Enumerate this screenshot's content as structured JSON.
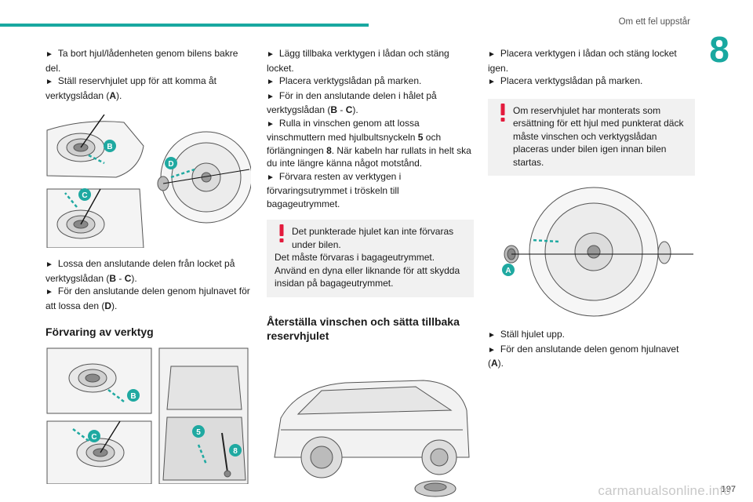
{
  "header": {
    "title": "Om ett fel uppstår",
    "chapter": "8"
  },
  "col1": {
    "p1_a": "Ta bort hjul/lådenheten genom bilens bakre del.",
    "p1_b_pre": "Ställ reservhjulet upp för att komma åt verktygslådan (",
    "p1_b_bold": "A",
    "p1_b_post": ").",
    "p2_a_pre": "Lossa den anslutande delen från locket på verktygslådan (",
    "p2_a_b1": "B",
    "p2_a_mid": " - ",
    "p2_a_b2": "C",
    "p2_a_post": ").",
    "p2_b_pre": "För den anslutande delen genom hjulnavet för att lossa den (",
    "p2_b_bold": "D",
    "p2_b_post": ").",
    "heading": "Förvaring av verktyg",
    "fig1_labels": {
      "b": "B",
      "c": "C",
      "d": "D"
    },
    "fig2_labels": {
      "b": "B",
      "c": "C",
      "five": "5",
      "eight": "8"
    }
  },
  "col2": {
    "p1": "Lägg tillbaka verktygen i lådan och stäng locket.",
    "p2": "Placera verktygslådan på marken.",
    "p3_pre": "För in den anslutande delen i hålet på verktygslådan (",
    "p3_b1": "B",
    "p3_mid": " - ",
    "p3_b2": "C",
    "p3_post": ").",
    "p4_pre": "Rulla in vinschen genom att lossa vinschmuttern med hjulbultsnyckeln ",
    "p4_b1": "5",
    "p4_mid": " och förlängningen ",
    "p4_b2": "8",
    "p4_post": ". När kabeln har rullats in helt ska du inte längre känna något motstånd.",
    "p5": "Förvara resten av verktygen i förvaringsutrymmet i tröskeln till bagageutrymmet.",
    "warn1": "Det punkterade hjulet kan inte förvaras under bilen.",
    "warn2": "Det måste förvaras i bagageutrymmet.",
    "warn3": "Använd en dyna eller liknande för att skydda insidan på bagageutrymmet.",
    "heading": "Återställa vinschen och sätta tillbaka reservhjulet"
  },
  "col3": {
    "p1": "Placera verktygen i lådan och stäng locket igen.",
    "p2": "Placera verktygslådan på marken.",
    "warn1": "Om reservhjulet har monterats som ersättning för ett hjul med punkterat däck måste vinschen och verktygslådan placeras under bilen igen innan bilen startas.",
    "p3": "Ställ hjulet upp.",
    "p4_pre": "För den anslutande delen genom hjulnavet (",
    "p4_bold": "A",
    "p4_post": ").",
    "fig_label": "A"
  },
  "footer": {
    "page": "197",
    "watermark": "carmanualsonline.info"
  },
  "colors": {
    "accent": "#19a8a0",
    "warning": "#e31b3d",
    "label": "#1fa9a1"
  },
  "icons": {
    "bullet": "black-right-pointer",
    "warning": "exclamation-icon"
  }
}
